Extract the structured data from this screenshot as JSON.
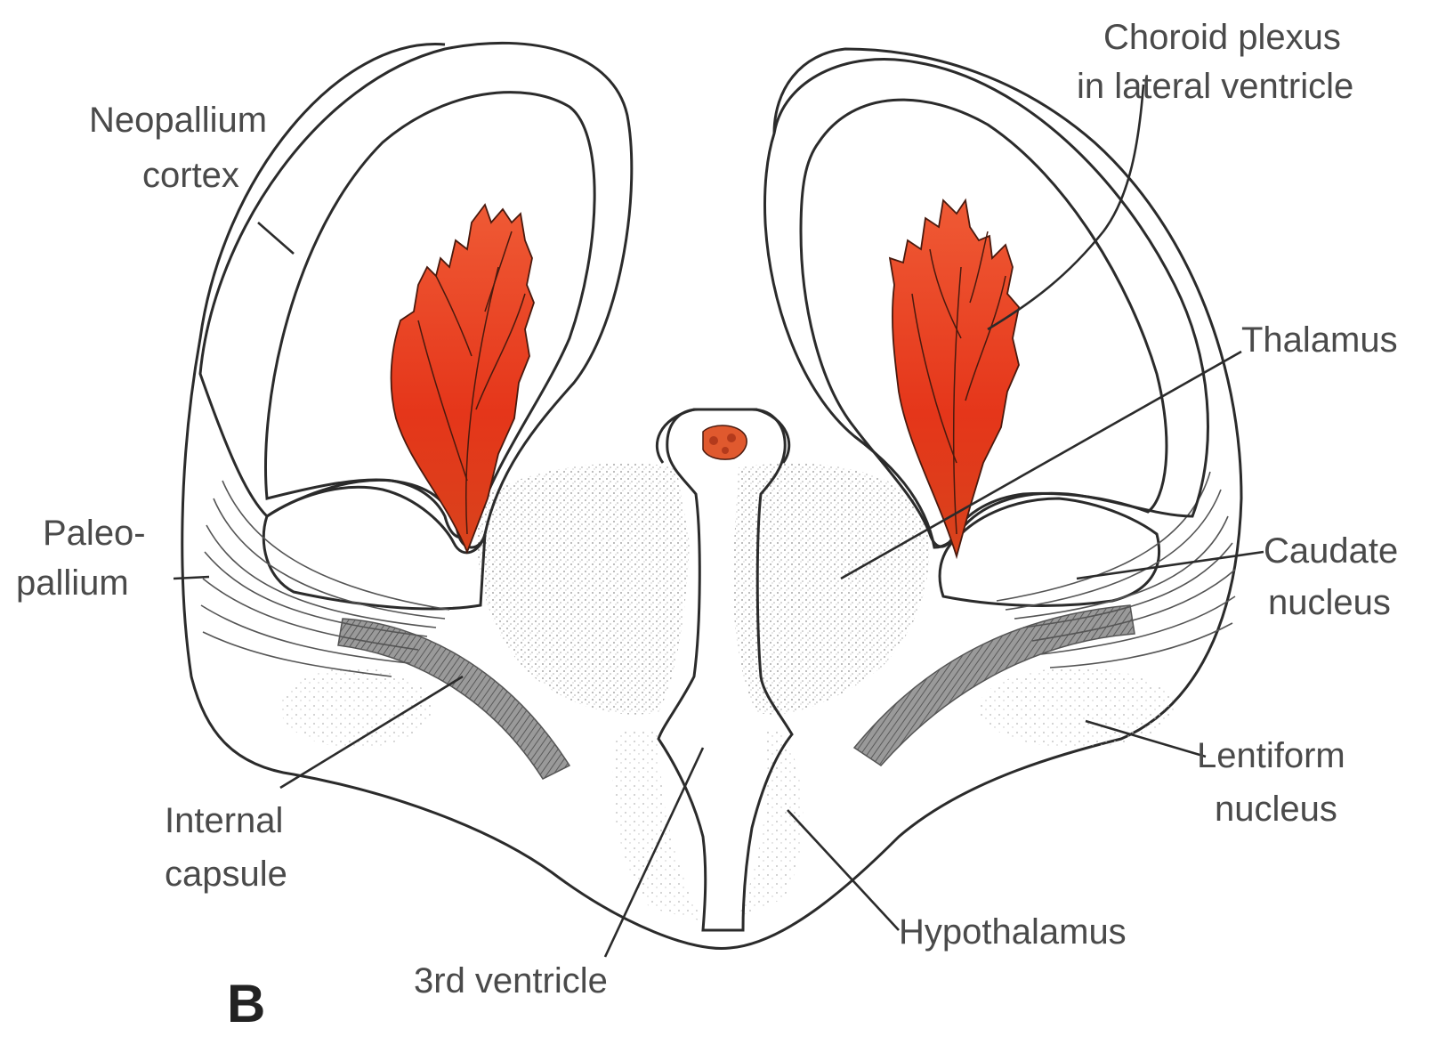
{
  "figure": {
    "panel_letter": "B",
    "labels": {
      "choroid_line1": "Choroid plexus",
      "choroid_line2": "in lateral ventricle",
      "neopallium_line1": "Neopallium",
      "neopallium_line2": "cortex",
      "thalamus": "Thalamus",
      "paleo_line1": "Paleo-",
      "paleo_line2": "pallium",
      "caudate_line1": "Caudate",
      "caudate_line2": "nucleus",
      "lentiform_line1": "Lentiform",
      "lentiform_line2": "nucleus",
      "internal_line1": "Internal",
      "internal_line2": "capsule",
      "hypothalamus": "Hypothalamus",
      "third_ventricle": "3rd ventricle"
    },
    "colors": {
      "choroid_plexus": "#e8411f",
      "stipple": "#9a9a9a",
      "outline": "#2b2b2b",
      "capsule_band": "#7a7a7a"
    }
  }
}
